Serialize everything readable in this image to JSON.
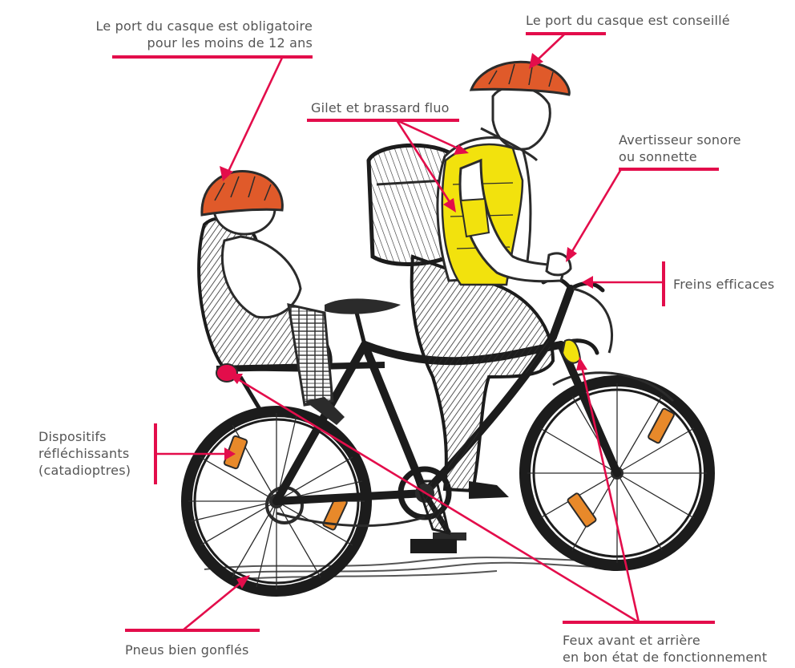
{
  "colors": {
    "accent": "#e30d4b",
    "helmet": "#e05a2a",
    "vest": "#f2e20d",
    "reflector": "#e8892a",
    "ink": "#2b2b2b"
  },
  "labels": {
    "helmet_child": {
      "line1": "Le port du casque est obligatoire",
      "line2": "pour les moins de 12 ans"
    },
    "helmet_adult": {
      "line1": "Le port du casque est conseillé"
    },
    "vest": {
      "line1": "Gilet et brassard fluo"
    },
    "bell": {
      "line1": "Avertisseur sonore",
      "line2": "ou sonnette"
    },
    "brakes": {
      "line1": "Freins efficaces"
    },
    "reflectors": {
      "line1": "Dispositifs",
      "line2": "réfléchissants",
      "line3": "(catadioptres)"
    },
    "tyres": {
      "line1": "Pneus bien gonflés"
    },
    "lights": {
      "line1": "Feux avant et arrière",
      "line2": "en bon état de fonctionnement"
    }
  }
}
